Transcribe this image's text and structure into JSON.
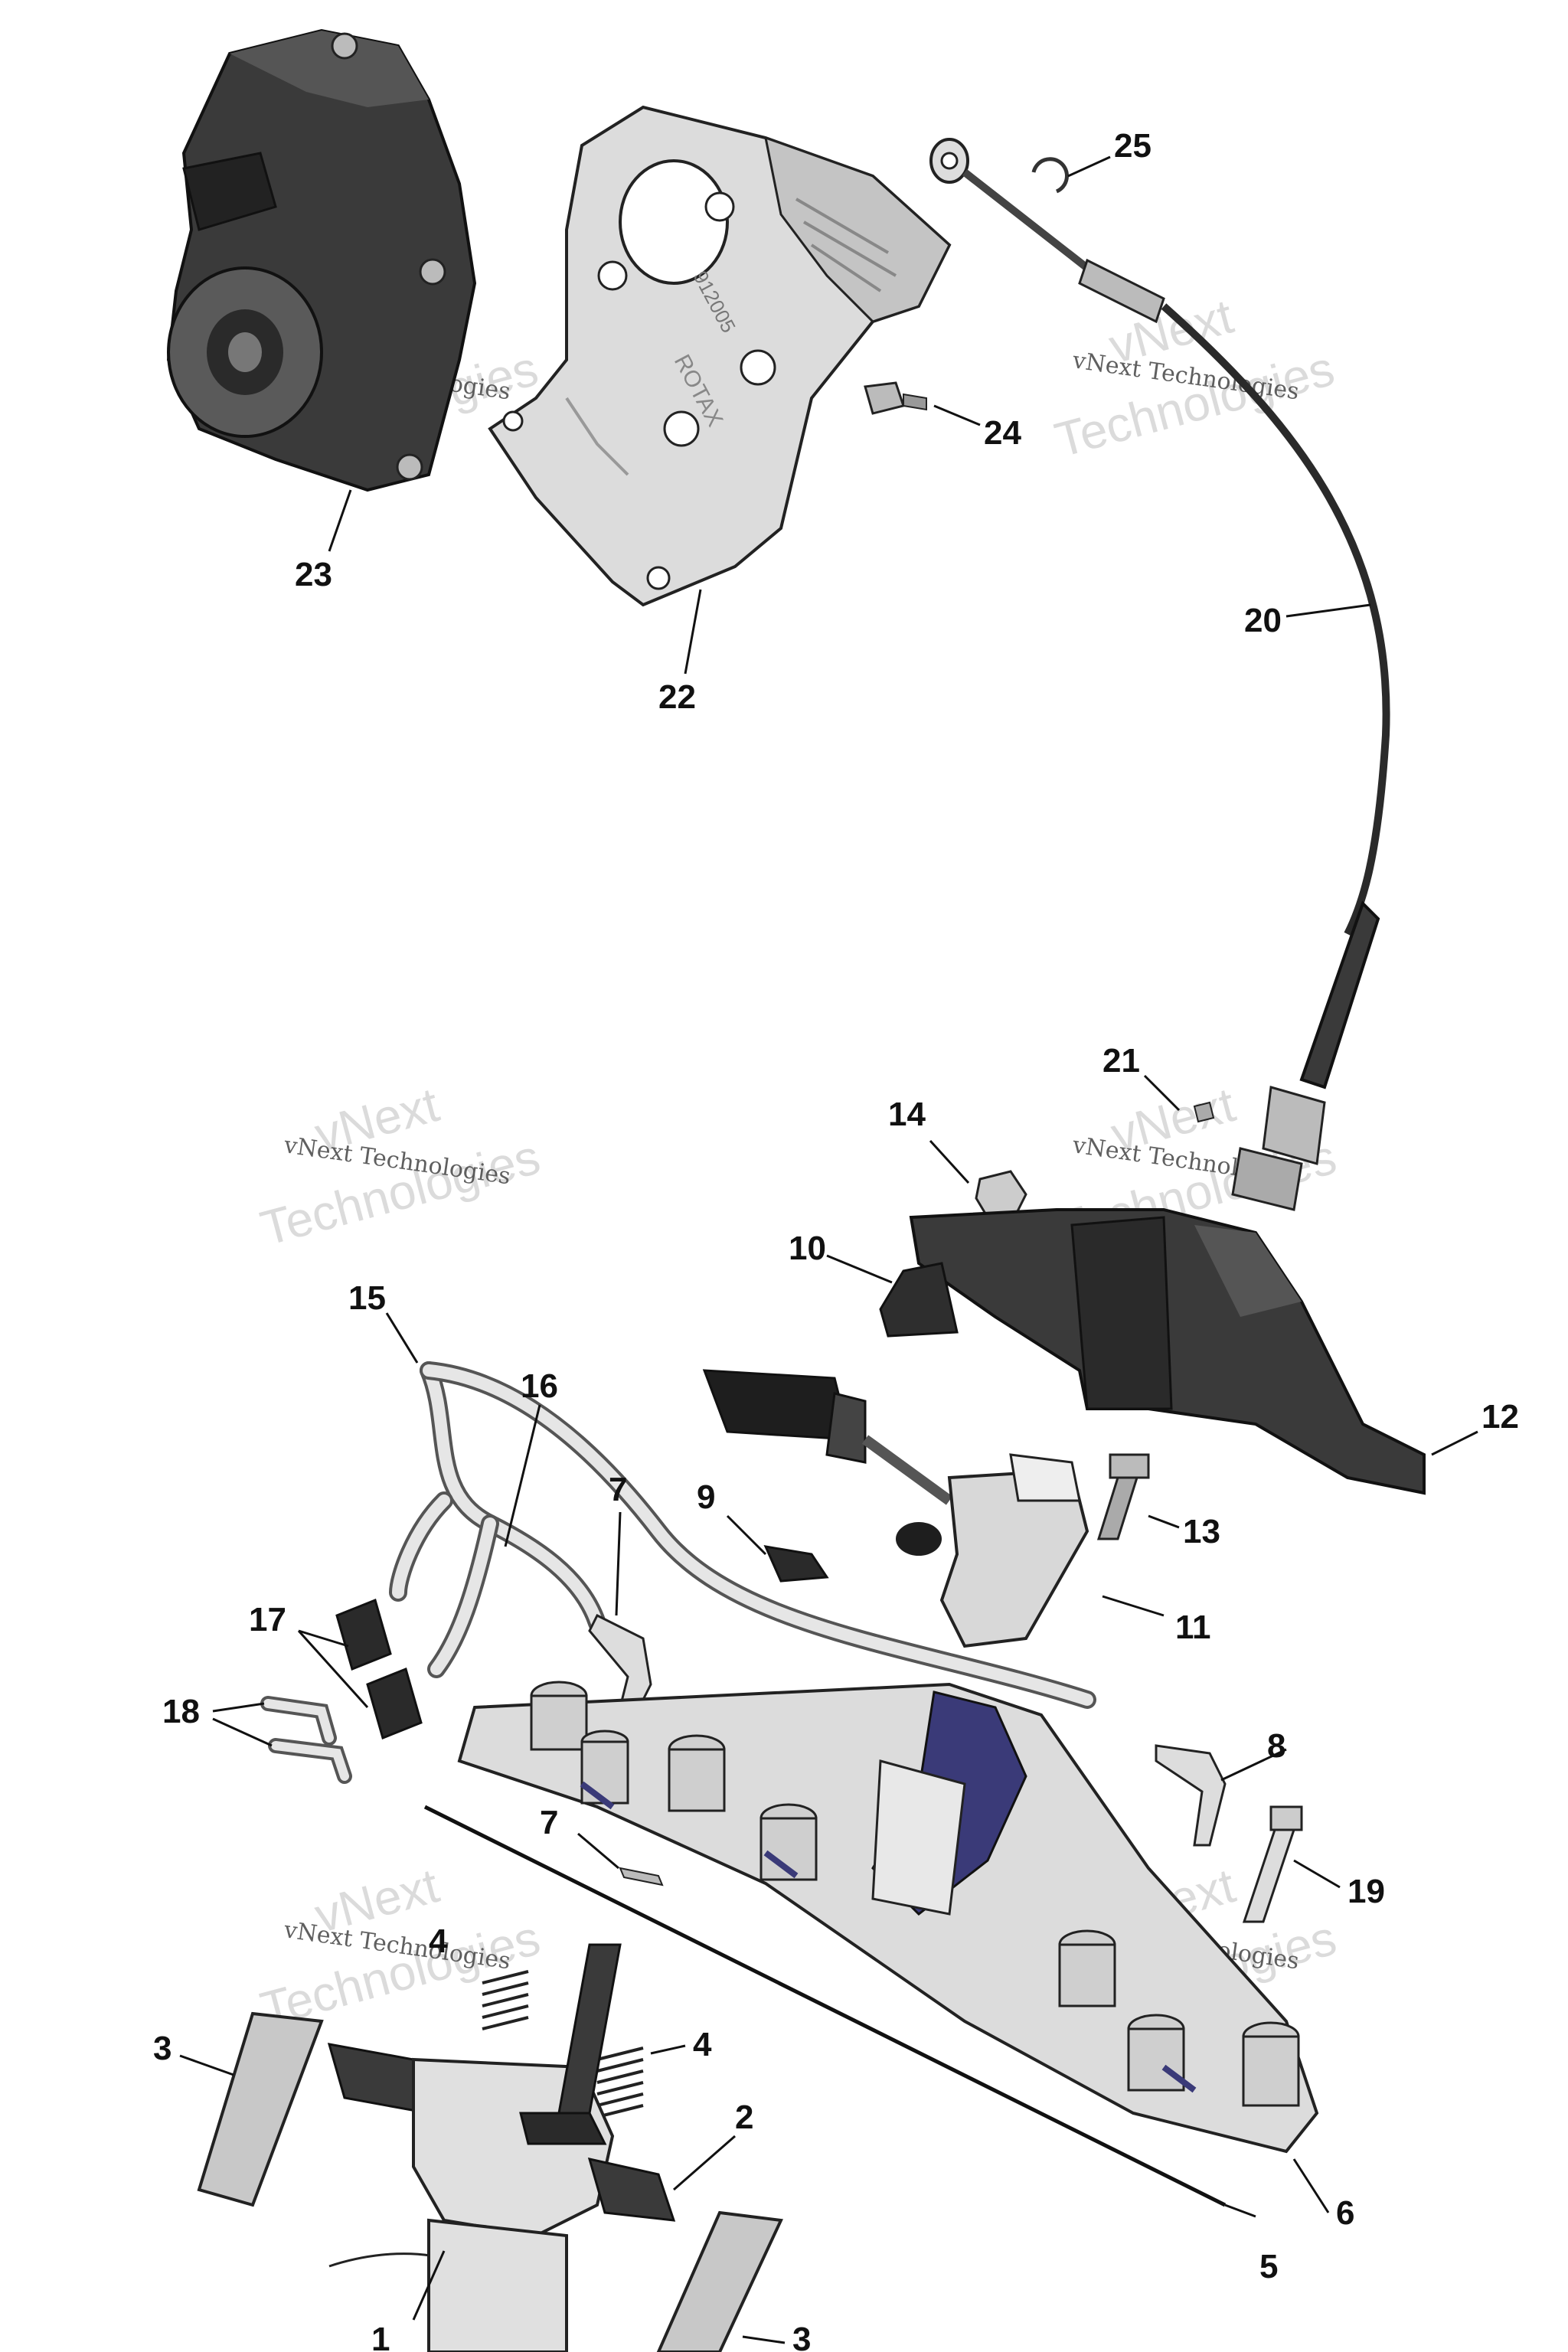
{
  "diagram": {
    "callouts": [
      {
        "id": "1",
        "label": "1"
      },
      {
        "id": "2",
        "label": "2"
      },
      {
        "id": "3a",
        "label": "3"
      },
      {
        "id": "3b",
        "label": "3"
      },
      {
        "id": "4a",
        "label": "4"
      },
      {
        "id": "4b",
        "label": "4"
      },
      {
        "id": "5",
        "label": "5"
      },
      {
        "id": "6",
        "label": "6"
      },
      {
        "id": "7a",
        "label": "7"
      },
      {
        "id": "7b",
        "label": "7"
      },
      {
        "id": "8",
        "label": "8"
      },
      {
        "id": "9",
        "label": "9"
      },
      {
        "id": "10",
        "label": "10"
      },
      {
        "id": "11",
        "label": "11"
      },
      {
        "id": "12",
        "label": "12"
      },
      {
        "id": "13",
        "label": "13"
      },
      {
        "id": "14",
        "label": "14"
      },
      {
        "id": "15",
        "label": "15"
      },
      {
        "id": "16",
        "label": "16"
      },
      {
        "id": "17",
        "label": "17"
      },
      {
        "id": "18",
        "label": "18"
      },
      {
        "id": "19",
        "label": "19"
      },
      {
        "id": "20",
        "label": "20"
      },
      {
        "id": "21",
        "label": "21"
      },
      {
        "id": "22",
        "label": "22"
      },
      {
        "id": "23",
        "label": "23"
      },
      {
        "id": "24",
        "label": "24"
      },
      {
        "id": "25",
        "label": "25"
      }
    ],
    "bracket_text": {
      "part_number": "912005",
      "brand": "ROTAX"
    },
    "watermark": {
      "line_small": "vNext Technologies",
      "line_big_1": "vNext",
      "line_big_2": "Technologies"
    }
  }
}
